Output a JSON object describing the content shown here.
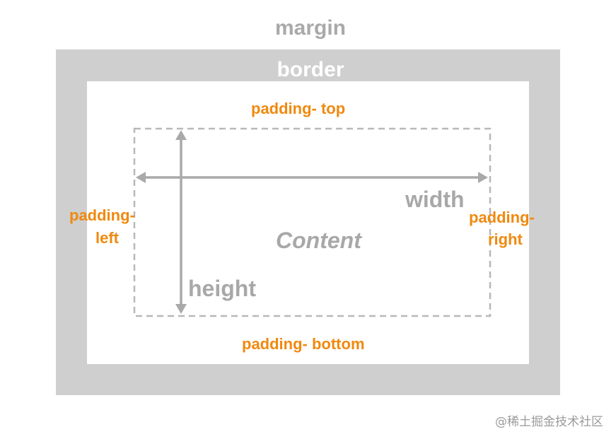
{
  "labels": {
    "margin": "margin",
    "border": "border",
    "padding_top": "padding- top",
    "padding_bottom": "padding- bottom",
    "padding_left_line1": "padding-",
    "padding_left_line2": "left",
    "padding_right_line1": "padding-",
    "padding_right_line2": "right",
    "width": "width",
    "height": "height",
    "content": "Content"
  },
  "watermark": "@稀土掘金技术社区",
  "colors": {
    "border_fill": "#cfcfcf",
    "gray_text": "#a8a8a8",
    "padding_text": "#f0890f",
    "dashed_outline": "#b8b8b8",
    "arrow": "#a9a9a9"
  }
}
